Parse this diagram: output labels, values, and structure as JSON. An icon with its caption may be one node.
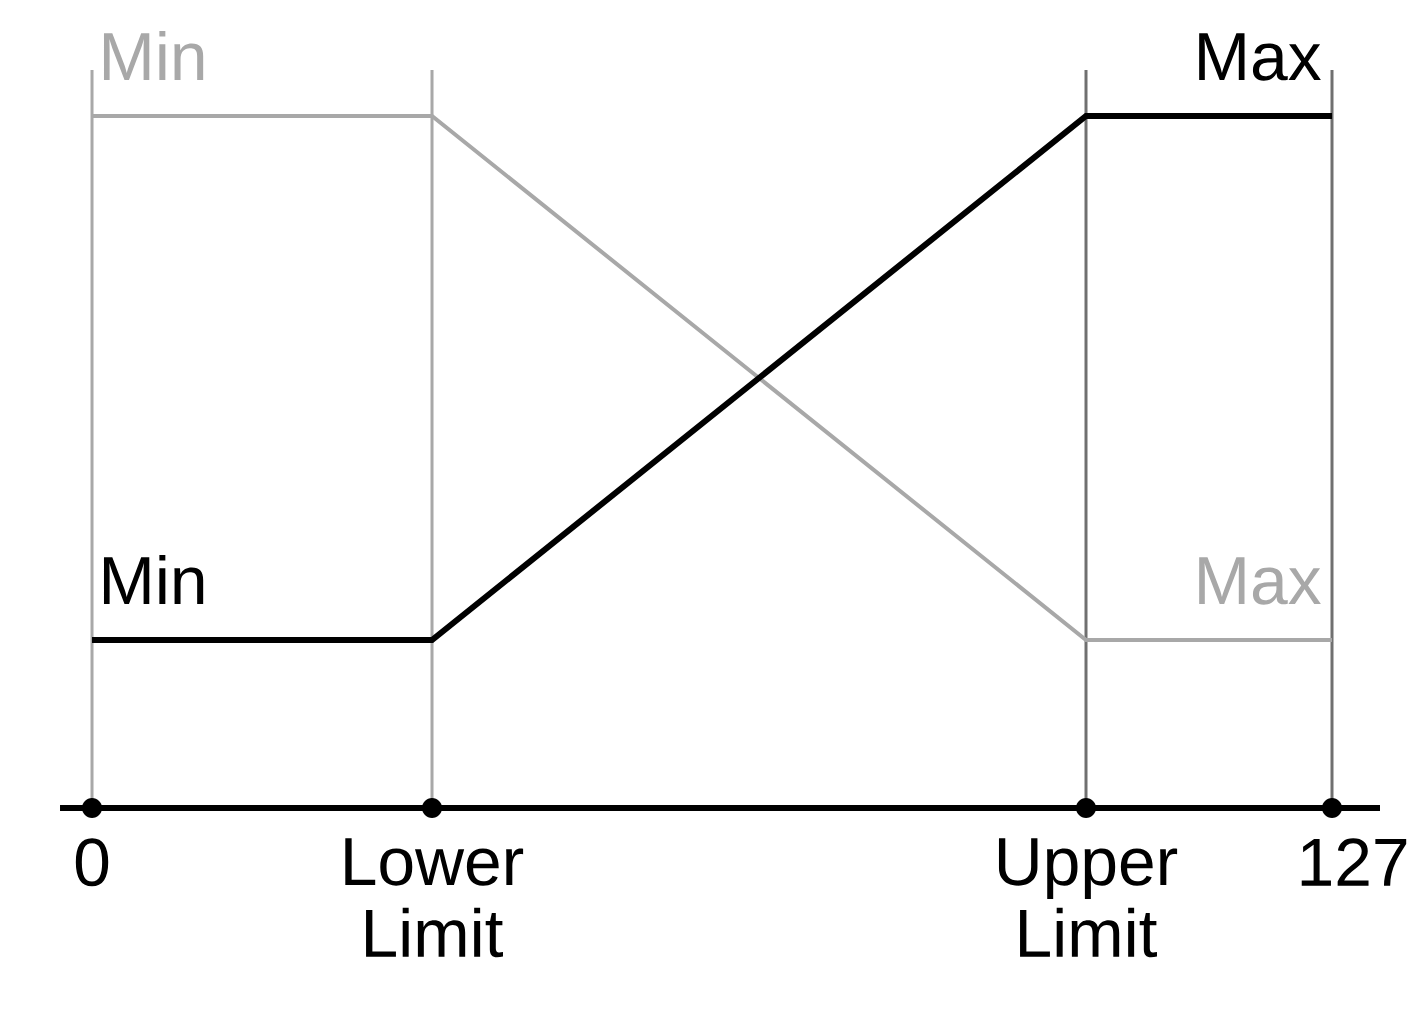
{
  "diagram": {
    "labels": [
      "Min",
      "Max",
      "Min",
      "Max",
      "0",
      "Lower Limit",
      "Upper Limit",
      "127"
    ]
  }
}
